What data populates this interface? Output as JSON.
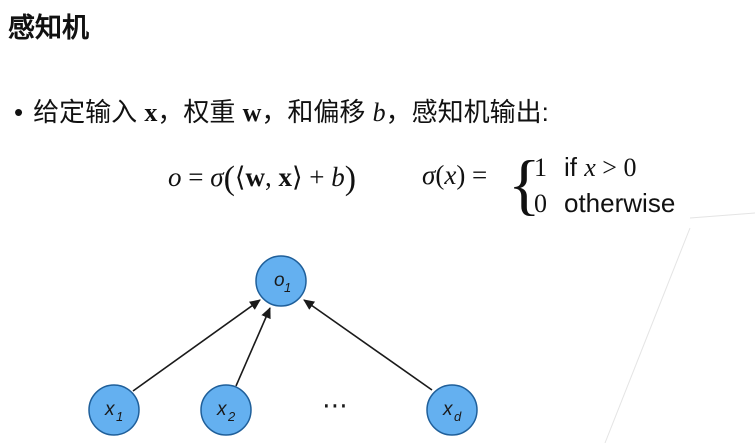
{
  "title": "感知机",
  "bullet": {
    "marker": "•",
    "prefix": "给定输入 ",
    "x": "x",
    "sep1": "，权重 ",
    "w": "w",
    "sep2": "，和偏移 ",
    "b": "b",
    "suffix": "，感知机输出:"
  },
  "formula": {
    "o": "o",
    "eq": "=",
    "sigma": "σ",
    "w": "w",
    "x": "x",
    "b": "b"
  },
  "sigma_def": {
    "lhs_sigma": "σ",
    "lhs_x": "x",
    "case1_value": "1",
    "case1_if": "if",
    "case1_cond_var": "x",
    "case1_cond_rest": " > 0",
    "case2_value": "0",
    "case2_text": "otherwise"
  },
  "diagram": {
    "node_fill": "#64b0f0",
    "node_stroke": "#1f5f9a",
    "arrow_color": "#1a1a1a",
    "output_node": {
      "label": "o",
      "sub": "1"
    },
    "input_nodes": [
      {
        "label": "x",
        "sub": "1"
      },
      {
        "label": "x",
        "sub": "2"
      },
      {
        "label": "x",
        "sub": "d"
      }
    ],
    "ellipsis": "⋯"
  }
}
